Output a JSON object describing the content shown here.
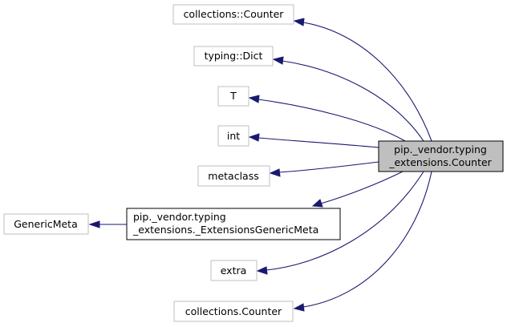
{
  "diagram": {
    "nodes": {
      "collections_counter_ns": "collections::Counter",
      "typing_dict": "typing::Dict",
      "t": "T",
      "int": "int",
      "metaclass": "metaclass",
      "generic_meta": "GenericMeta",
      "extensions_generic_meta": [
        "pip._vendor.typing",
        "_extensions._ExtensionsGenericMeta"
      ],
      "extra": "extra",
      "collections_counter": "collections.Counter",
      "focus": [
        "pip._vendor.typing",
        "_extensions.Counter"
      ]
    },
    "colors": {
      "edge": "#191970",
      "focus_fill": "#bfbfbf",
      "gray_border": "#bfbfbf",
      "black_border": "#000000"
    }
  }
}
